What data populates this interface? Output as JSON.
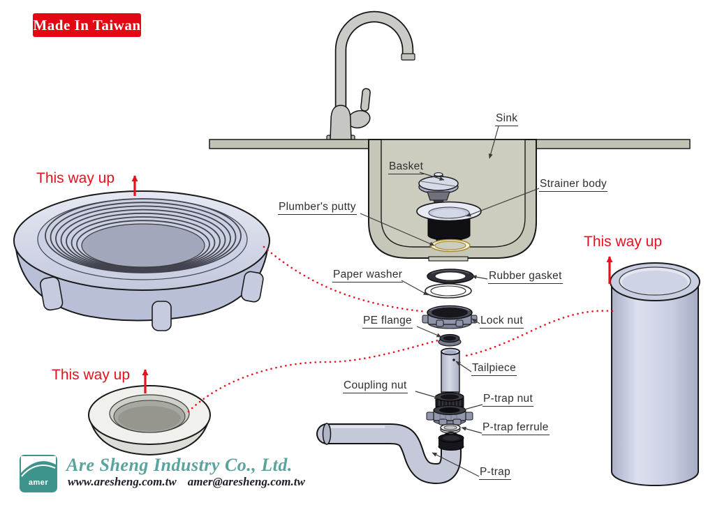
{
  "badge": {
    "label": "Made In Taiwan"
  },
  "orientation": {
    "this_way_up": "This way up"
  },
  "labels": {
    "sink": "Sink",
    "basket": "Basket",
    "strainer_body": "Strainer body",
    "plumbers_putty": "Plumber's putty",
    "paper_washer": "Paper washer",
    "rubber_gasket": "Rubber gasket",
    "pe_flange": "PE flange",
    "lock_nut": "Lock nut",
    "tailpiece": "Tailpiece",
    "coupling_nut": "Coupling nut",
    "p_trap_nut": "P-trap nut",
    "p_trap_ferrule": "P-trap ferrule",
    "p_trap": "P-trap"
  },
  "footer": {
    "logo_text": "amer",
    "company": "Are Sheng Industry Co., Ltd.",
    "website": "www.aresheng.com.tw",
    "email": "amer@aresheng.com.tw"
  },
  "colors": {
    "red_accent": "#e8101e",
    "badge_bg": "#e30613",
    "brand_teal": "#5aa49d",
    "part_periwinkle": "#c7cce0",
    "sink_olive": "#cccdbf",
    "putty_gold": "#a88d33"
  }
}
